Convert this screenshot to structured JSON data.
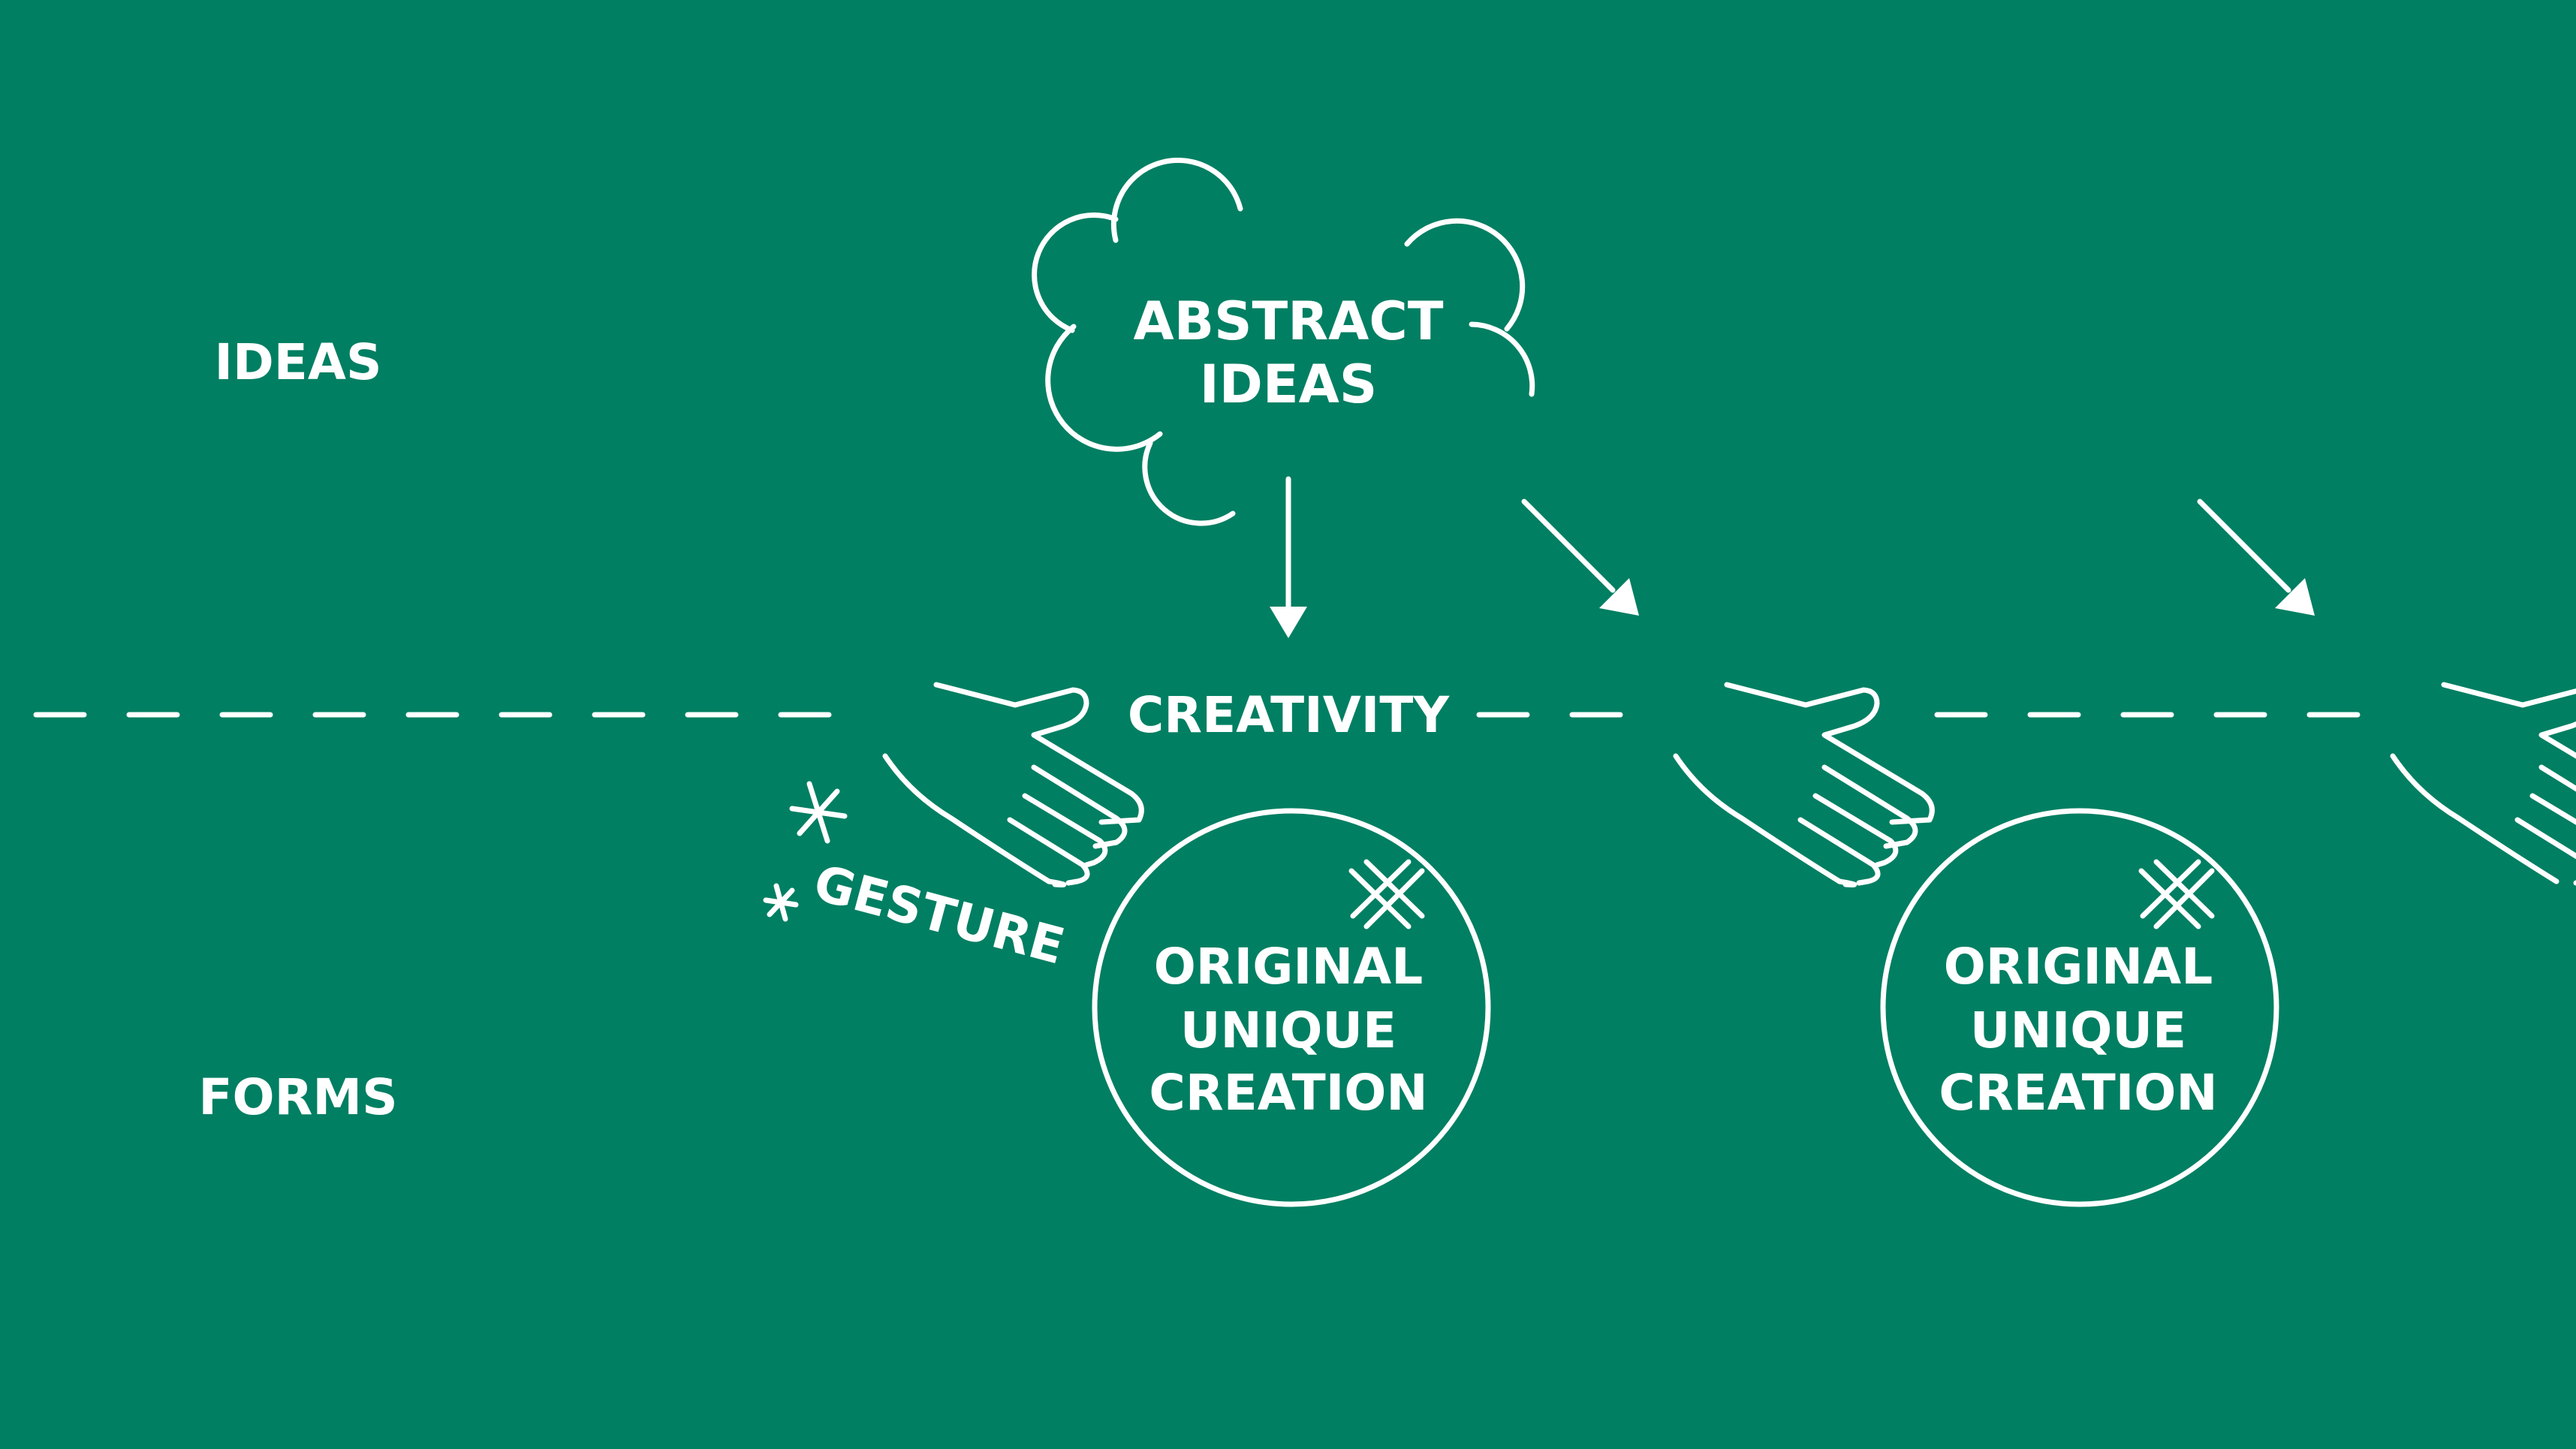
{
  "background_color": "#007F62",
  "line_color": "#FFFFFF",
  "labels": {
    "ideas": "IDEAS",
    "forms": "FORMS",
    "creativity": "CREATIVITY",
    "gesture": "GESTURE"
  },
  "cloud": {
    "line1": "ABSTRACT",
    "line2": "IDEAS"
  },
  "creations": [
    {
      "line1": "ORIGINAL",
      "line2": "UNIQUE",
      "line3": "CREATION"
    },
    {
      "line1": "ORIGINAL",
      "line2": "UNIQUE",
      "line3": "CREATION"
    }
  ],
  "icons": [
    "cloud-icon",
    "hand-icon",
    "arrow-icon",
    "sparkle-icon",
    "hatch-icon"
  ]
}
